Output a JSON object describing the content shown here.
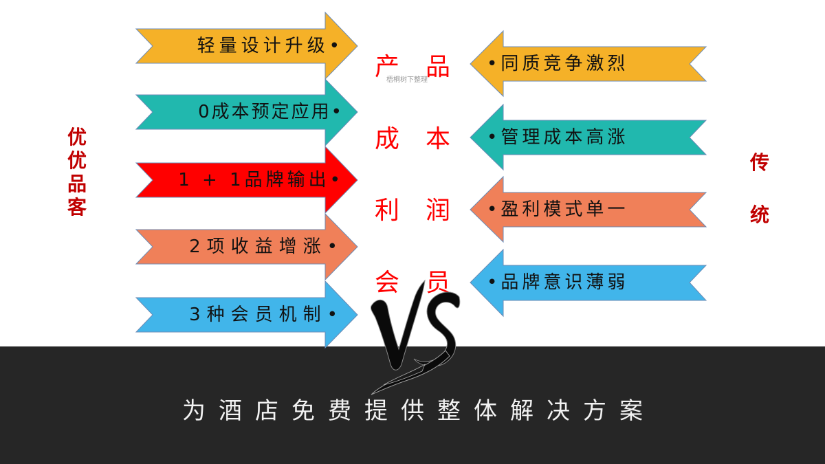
{
  "left_brand": {
    "label": "优优品客",
    "color": "#c00000"
  },
  "right_brand": {
    "label": "传统",
    "color": "#c00000"
  },
  "left_arrows": [
    {
      "label": "轻量设计升级•",
      "color": "#f5b128"
    },
    {
      "label": "0成本预定应用•",
      "color": "#21b8ae"
    },
    {
      "label": "1 + 1品牌输出•",
      "color": "#ff0000"
    },
    {
      "label": "2项收益增涨•",
      "color": "#f08059"
    },
    {
      "label": "3种会员机制•",
      "color": "#41b5ea"
    }
  ],
  "right_arrows": [
    {
      "label": "•同质竞争激烈",
      "color": "#f5b128"
    },
    {
      "label": "•管理成本高涨",
      "color": "#21b8ae"
    },
    {
      "label": "•盈利模式单一",
      "color": "#f08059"
    },
    {
      "label": "•品牌意识薄弱",
      "color": "#41b5ea"
    }
  ],
  "center_words": [
    "产品",
    "成本",
    "利润",
    "会员"
  ],
  "watermark": "梧桐树下整理",
  "vs_logo": {
    "icon": "vs-brush-icon",
    "text": "VS"
  },
  "tagline": "为酒店免费提供整体解决方案",
  "colors": {
    "band": "#262626",
    "center_text": "#ff0000",
    "tagline_text": "#f2f2f2"
  }
}
